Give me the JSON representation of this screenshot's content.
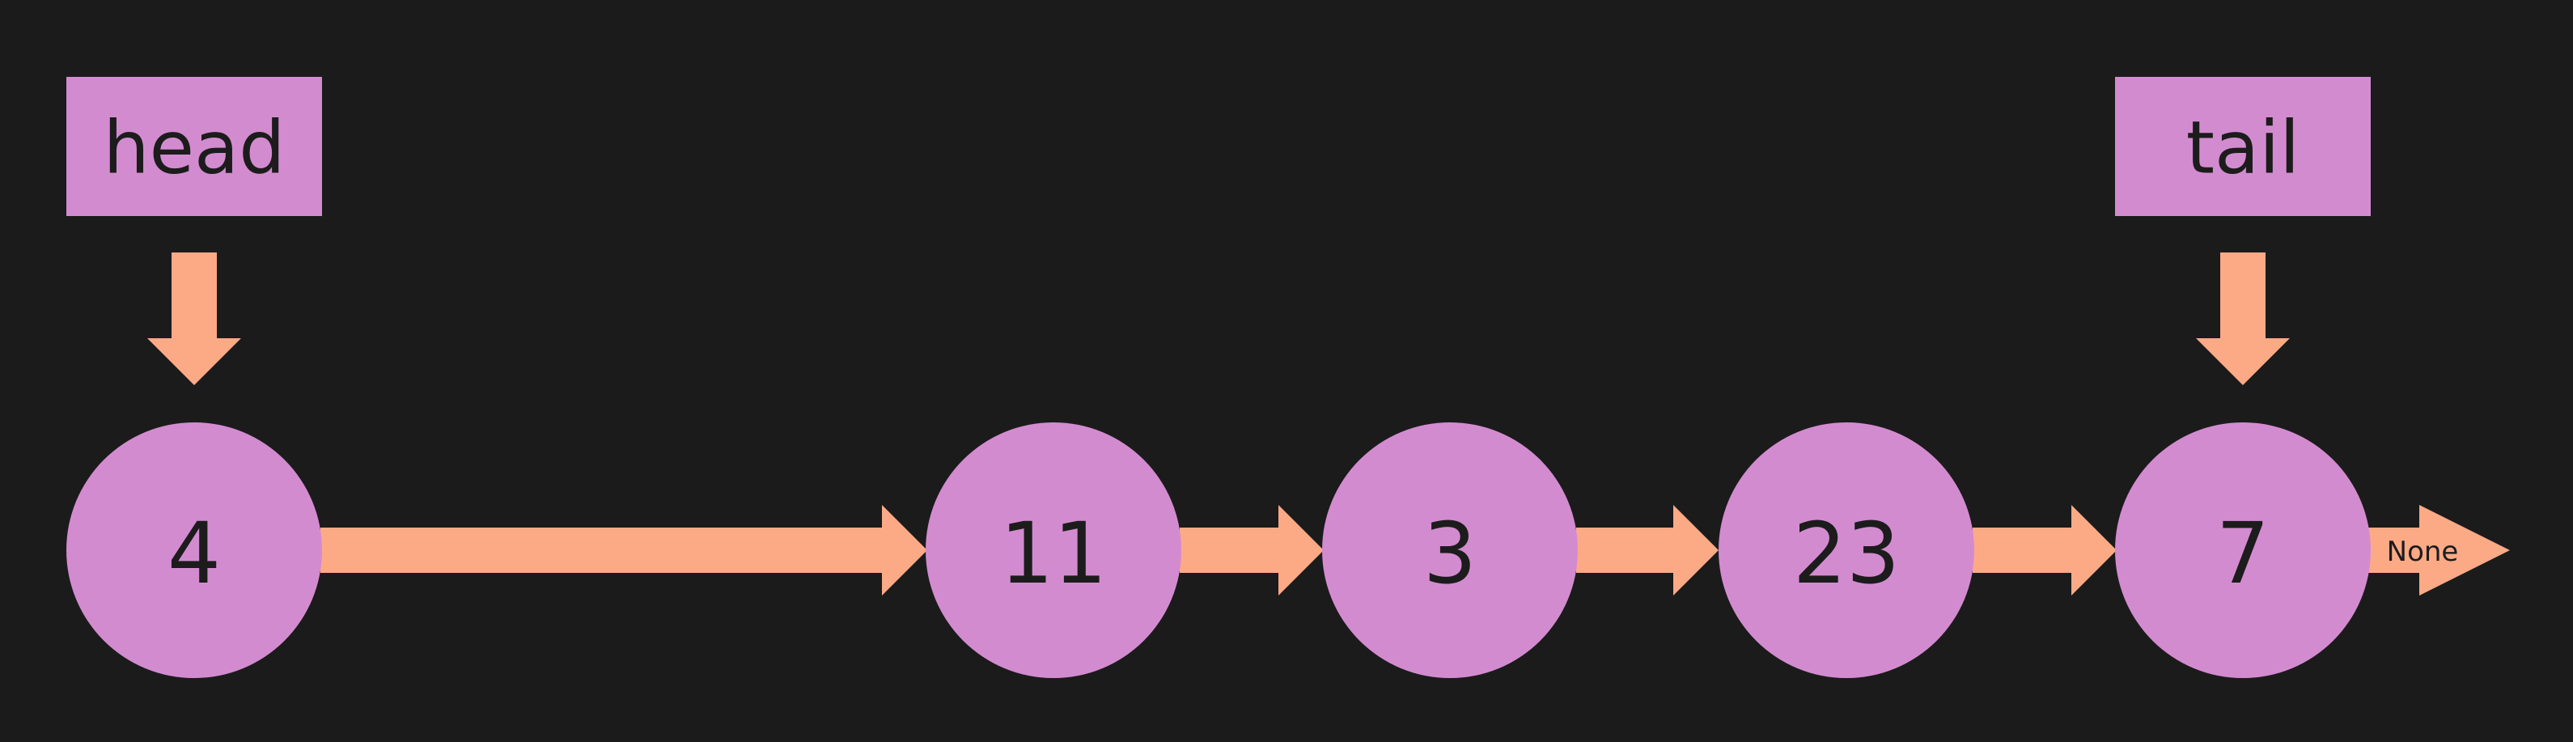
{
  "colors": {
    "background": "#1b1b1b",
    "node_fill": "#d38bd0",
    "arrow_fill": "#fcaa86",
    "text": "#1c1c1c"
  },
  "pointers": {
    "head": "head",
    "tail": "tail"
  },
  "nodes": [
    "4",
    "11",
    "3",
    "23",
    "7"
  ],
  "terminal": "None"
}
